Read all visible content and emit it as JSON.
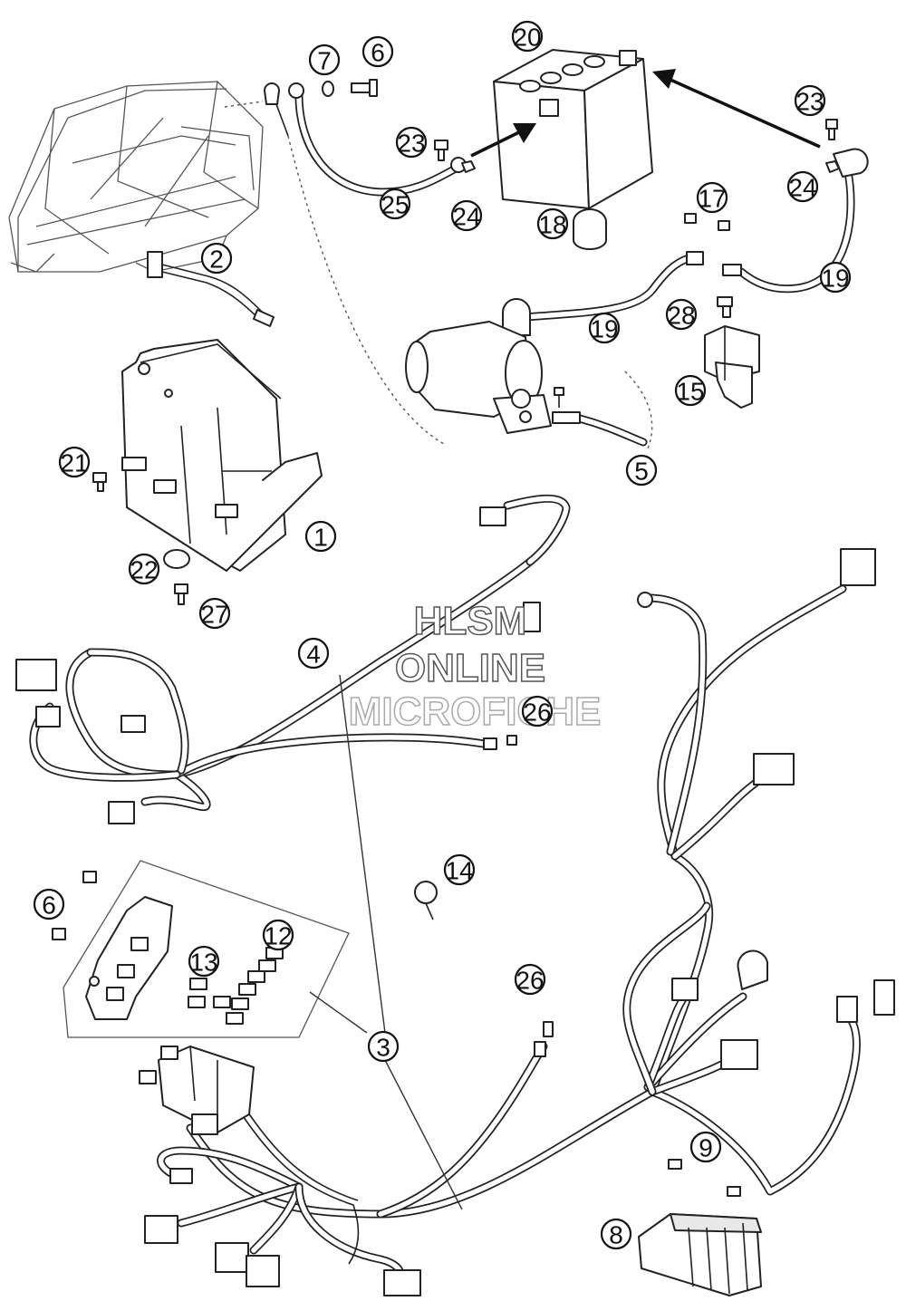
{
  "watermark": {
    "line1": "HLSM",
    "line2": "ONLINE",
    "line3": "MICROFICHE"
  },
  "callouts": {
    "c1": "1",
    "c2": "2",
    "c3": "3",
    "c4": "4",
    "c5": "5",
    "c6a": "6",
    "c6b": "6",
    "c7": "7",
    "c8": "8",
    "c9": "9",
    "c12": "12",
    "c13": "13",
    "c14": "14",
    "c15": "15",
    "c17": "17",
    "c18": "18",
    "c19a": "19",
    "c19b": "19",
    "c20": "20",
    "c21": "21",
    "c22": "22",
    "c23a": "23",
    "c23b": "23",
    "c24a": "24",
    "c24b": "24",
    "c25": "25",
    "c26a": "26",
    "c26b": "26",
    "c27": "27",
    "c28": "28"
  }
}
